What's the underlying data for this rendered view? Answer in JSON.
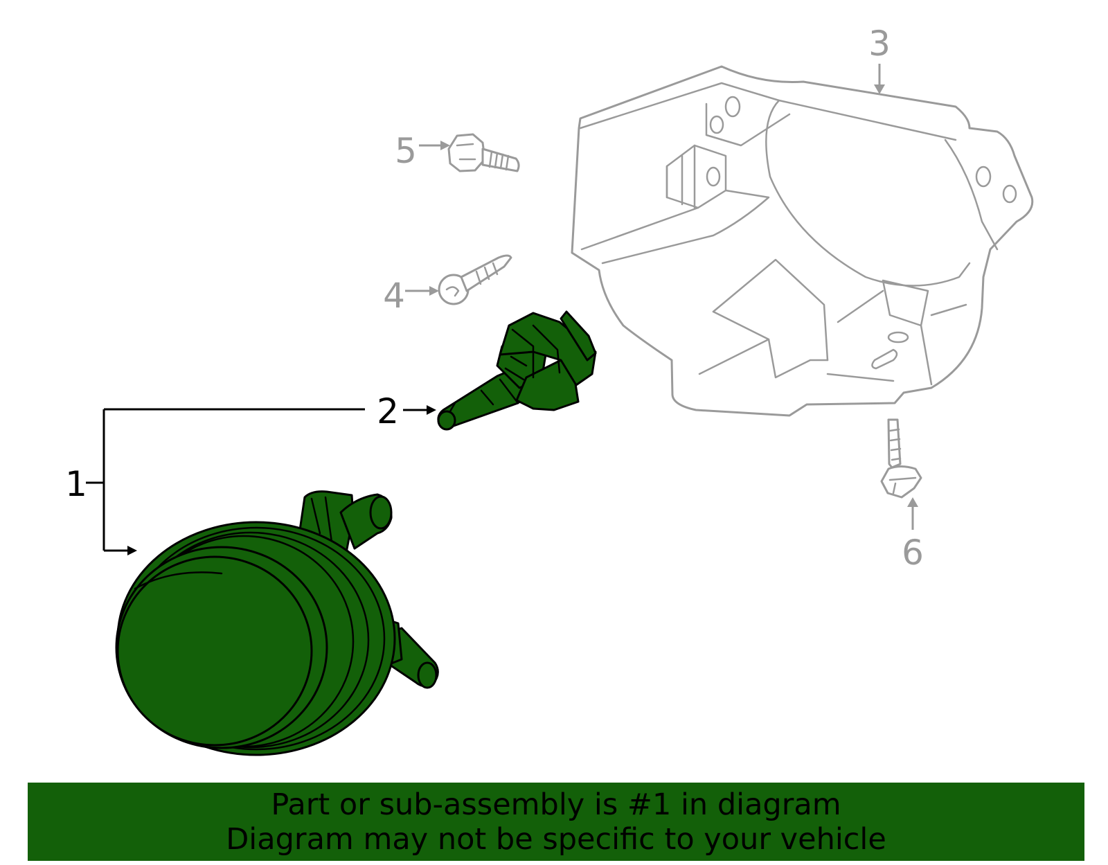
{
  "callouts": {
    "part1": "1",
    "part2": "2",
    "part3": "3",
    "part4": "4",
    "part5": "5",
    "part6": "6"
  },
  "banner": {
    "line1": "Part or sub-assembly is #1 in diagram",
    "line2": "Diagram may not be specific to your vehicle"
  },
  "colors": {
    "highlight": "#136009",
    "line": "#000000",
    "muted": "#9a9a9a",
    "background": "#ffffff"
  }
}
